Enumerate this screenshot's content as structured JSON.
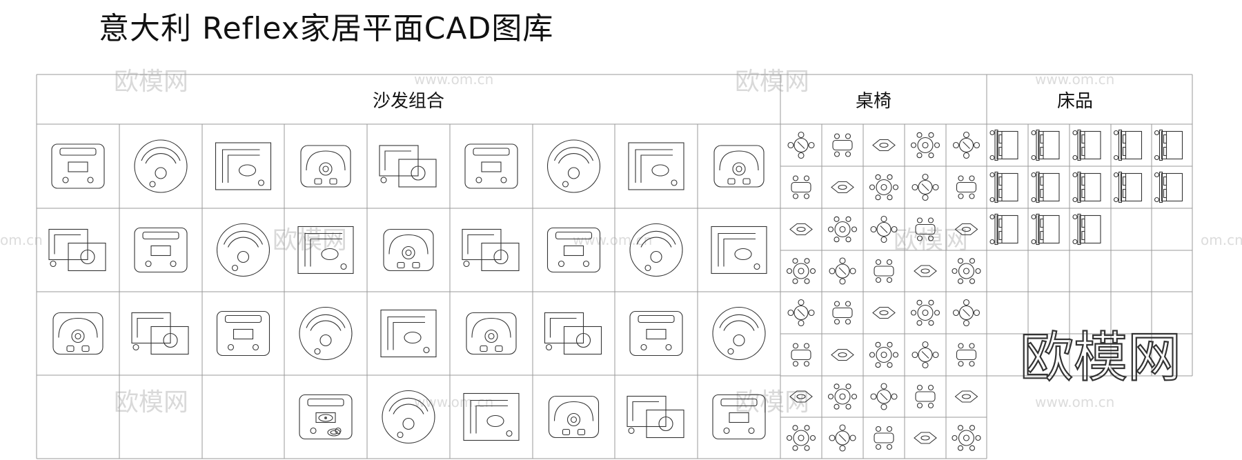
{
  "title": "意大利 Reflex家居平面CAD图库",
  "sections": {
    "sofa": "沙发组合",
    "table_chair": "桌椅",
    "bed": "床品"
  },
  "watermark": {
    "logo": "欧模网",
    "url": "www.om.cn",
    "corner": "om.cn"
  },
  "colors": {
    "line": "#333333",
    "grid": "#9a9a9a",
    "watermark": "#d9d9d9"
  }
}
